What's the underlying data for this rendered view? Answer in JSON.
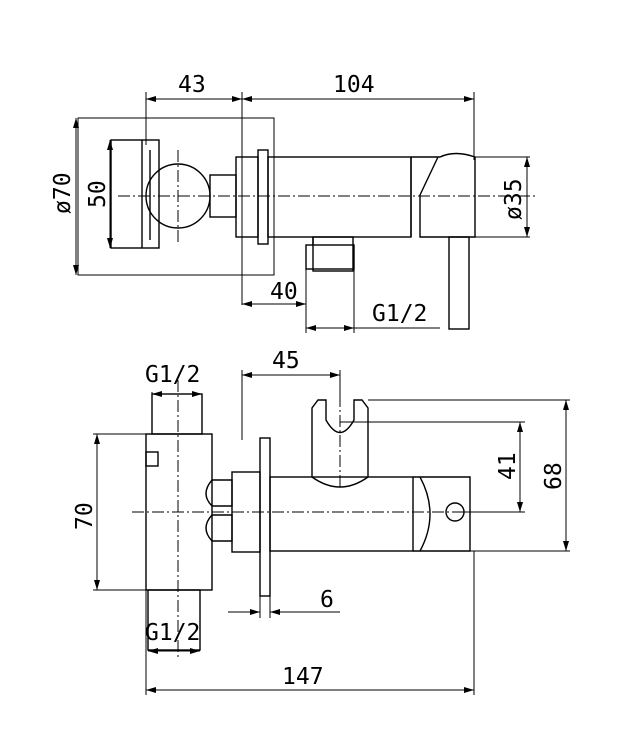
{
  "top_view": {
    "dims": {
      "width_43": "43",
      "width_104": "104",
      "dia_70": "ø70",
      "plate_50": "50",
      "dia_35": "ø35",
      "offset_40": "40",
      "thread_top": "G1/2"
    }
  },
  "side_view": {
    "dims": {
      "thread_upper": "G1/2",
      "width_45": "45",
      "height_70": "70",
      "height_41": "41",
      "height_68": "68",
      "plate_6": "6",
      "thread_lower": "G1/2",
      "overall_147": "147"
    }
  }
}
